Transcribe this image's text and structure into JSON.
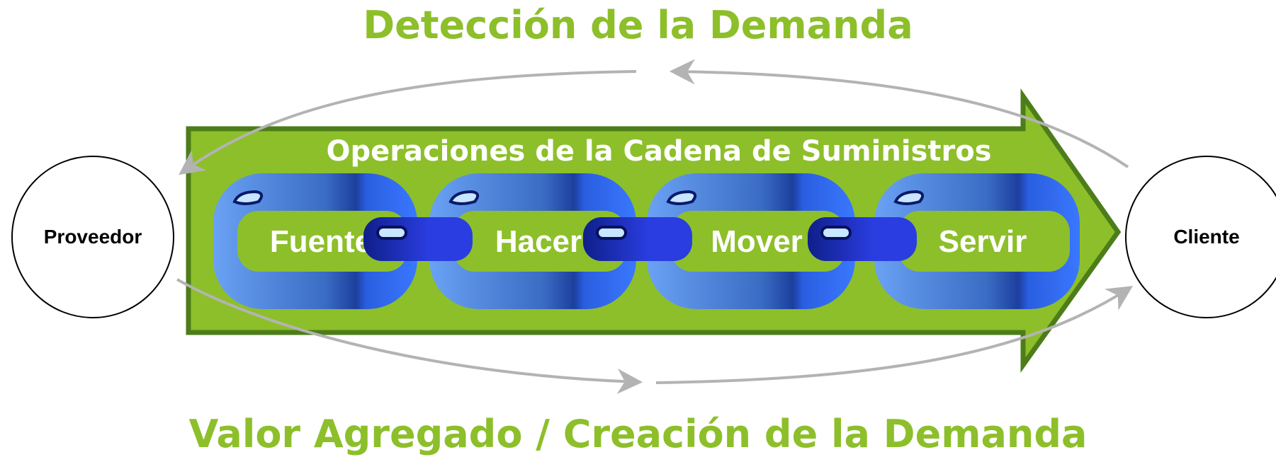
{
  "titles": {
    "top": "Detección de la Demanda",
    "bottom": "Valor Agregado / Creación de la Demanda"
  },
  "arrow_title": "Operaciones de la Cadena de Suministros",
  "nodes": {
    "left": "Proveedor",
    "right": "Cliente"
  },
  "links": [
    "Fuente",
    "Hacer",
    "Mover",
    "Servir"
  ],
  "colors": {
    "green": "#8dbf2a",
    "green_dark": "#4d7d1a",
    "blue_light": "#6aa2f4",
    "blue_dark": "#1a3aa8",
    "gray_arrow": "#b3b3b3"
  }
}
